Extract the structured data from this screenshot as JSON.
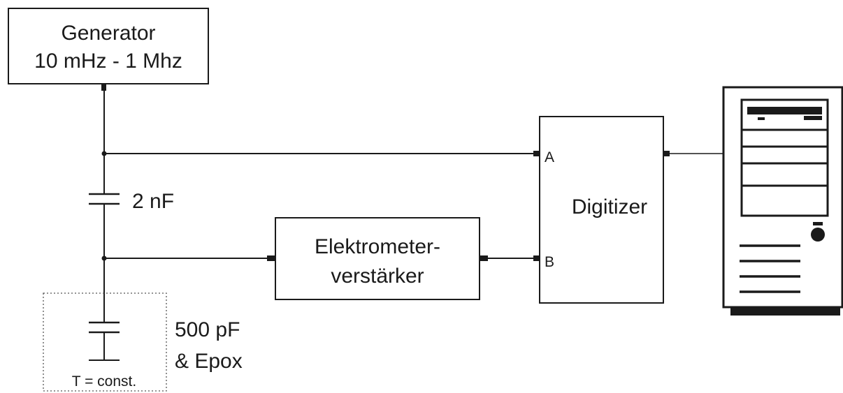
{
  "generator": {
    "line1": "Generator",
    "line2": "10 mHz - 1 Mhz"
  },
  "capacitor_top": {
    "label": "2 nF"
  },
  "amplifier": {
    "line1": "Elektrometer-",
    "line2": "verstärker"
  },
  "digitizer": {
    "label": "Digitizer",
    "port_a": "A",
    "port_b": "B"
  },
  "sample": {
    "line1": "500 pF",
    "line2": "& Epox",
    "temp": "T = const."
  },
  "computer": {
    "icon": "desktop-computer-icon"
  },
  "colors": {
    "ink": "#1a1a1a",
    "background": "#ffffff"
  }
}
